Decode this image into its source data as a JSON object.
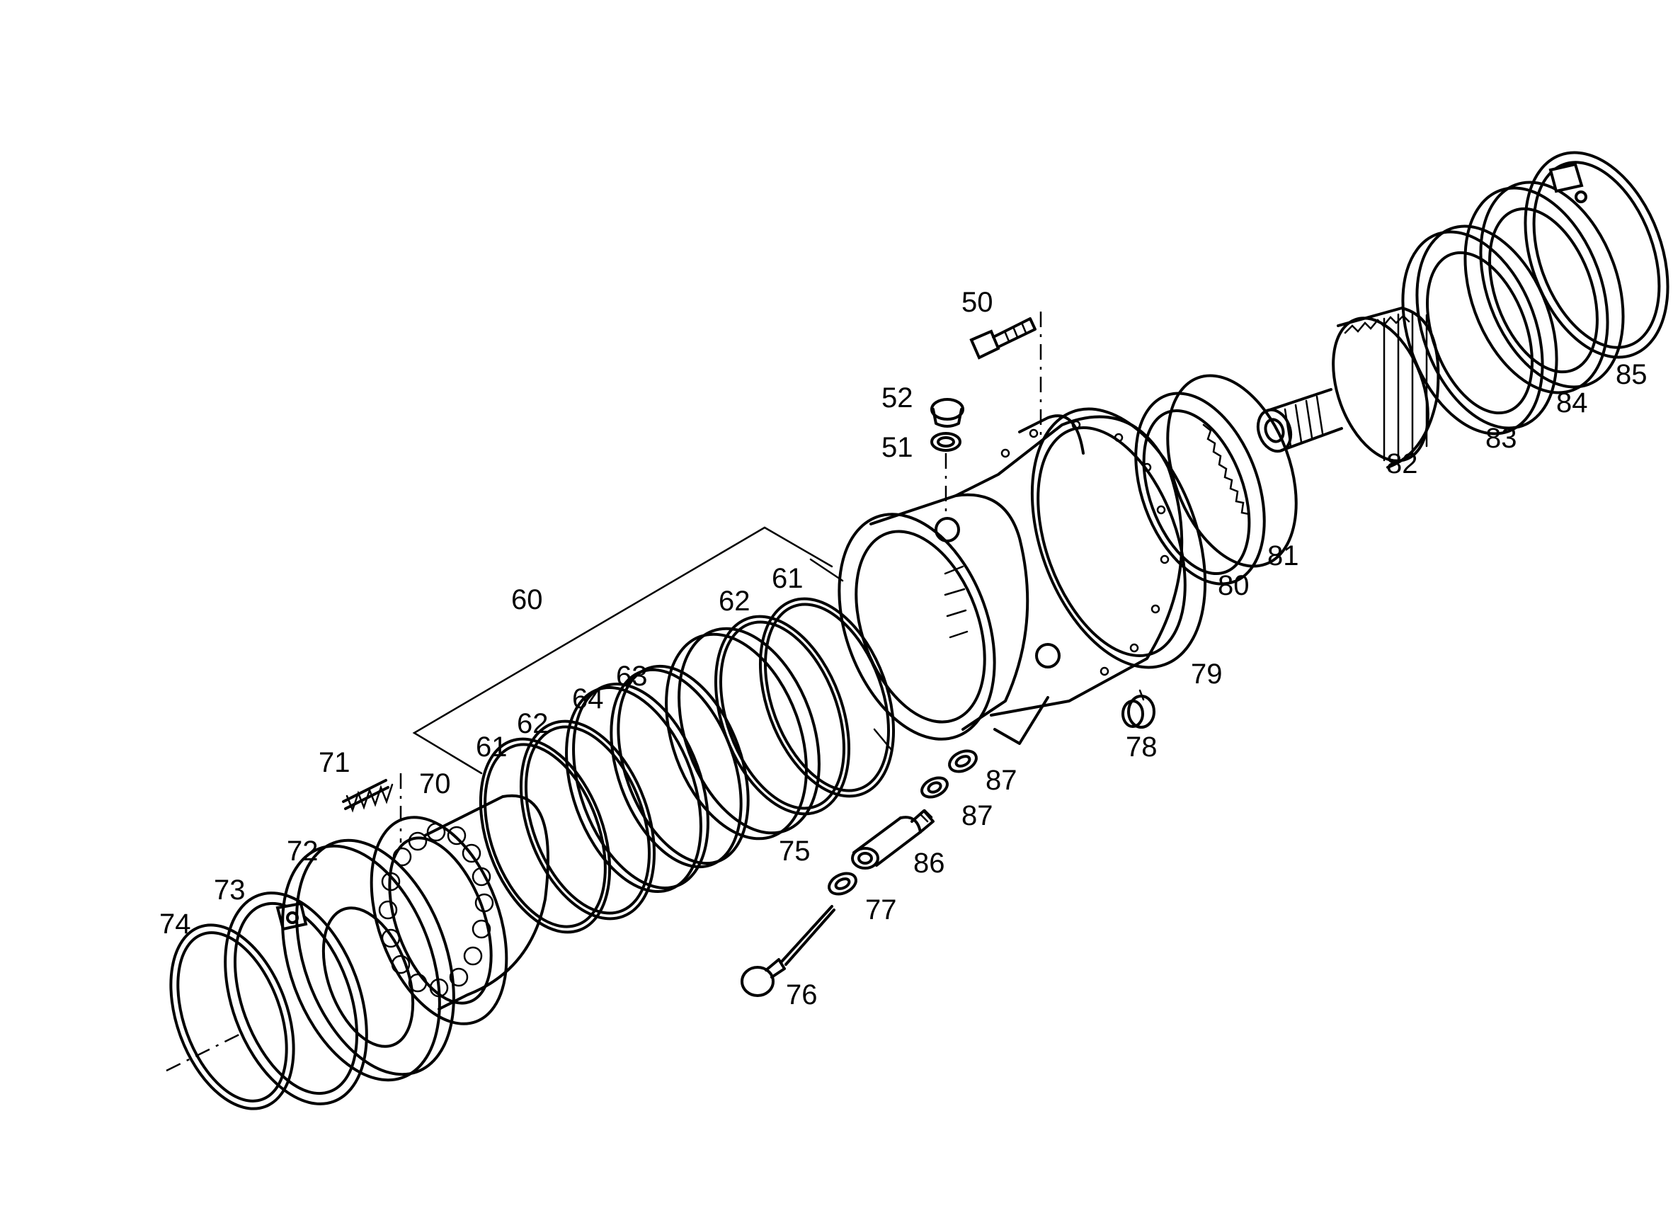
{
  "callouts": {
    "p50": "50",
    "p51": "51",
    "p52": "52",
    "p60": "60",
    "p61a": "61",
    "p61b": "61",
    "p62a": "62",
    "p62b": "62",
    "p63": "63",
    "p64": "64",
    "p70": "70",
    "p71": "71",
    "p72": "72",
    "p73": "73",
    "p74": "74",
    "p75": "75",
    "p76": "76",
    "p77": "77",
    "p78": "78",
    "p79": "79",
    "p80": "80",
    "p81": "81",
    "p82": "82",
    "p83": "83",
    "p84": "84",
    "p85": "85",
    "p86": "86",
    "p87a": "87",
    "p87b": "87"
  }
}
